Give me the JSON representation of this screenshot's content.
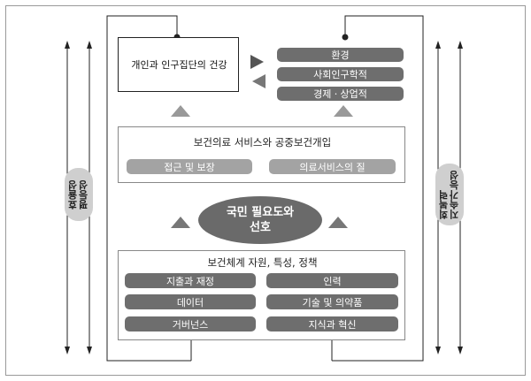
{
  "outcome": {
    "label": "개인과 인구집단의 건강"
  },
  "determinants": [
    {
      "label": "환경"
    },
    {
      "label": "사회인구학적"
    },
    {
      "label": "경제ㆍ상업적"
    }
  ],
  "services": {
    "title": "보건의료 서비스와 공중보건개입",
    "items": [
      {
        "label": "접근 및 보장"
      },
      {
        "label": "의료서비스의 질"
      }
    ]
  },
  "needs": {
    "line1": "국민 필요도와",
    "line2": "선호"
  },
  "system": {
    "title": "보건체계 자원, 특성, 정책",
    "items": [
      {
        "label": "지출과 재정"
      },
      {
        "label": "인력"
      },
      {
        "label": "데이터"
      },
      {
        "label": "기술 및 의약품"
      },
      {
        "label": "거버넌스"
      },
      {
        "label": "지식과 혁신"
      }
    ]
  },
  "left_side": {
    "text": "효율성\n평등성"
  },
  "right_side": {
    "text": "회복력\n지속가능성"
  },
  "colors": {
    "dark": "#6e6e6e",
    "light": "#a3a3a3",
    "ellipse": "#6a6a6a",
    "badge": "#cfcfcf"
  }
}
